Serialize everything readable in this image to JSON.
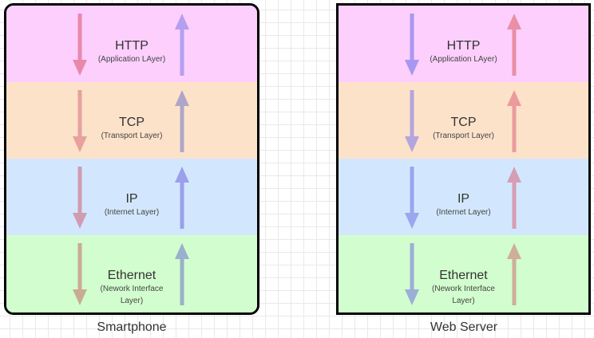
{
  "devices": [
    {
      "caption": "Smartphone",
      "layers": [
        {
          "name": "HTTP",
          "sub1": "(Application LAyer)",
          "sub2": ""
        },
        {
          "name": "TCP",
          "sub1": "(Transport Layer)",
          "sub2": ""
        },
        {
          "name": "IP",
          "sub1": "(Internet Layer)",
          "sub2": ""
        },
        {
          "name": "Ethernet",
          "sub1": "(Nework Interface",
          "sub2": "Layer)"
        }
      ],
      "down_arrow_colors": [
        "#e889ac",
        "#e6a1a0",
        "#d09cb1",
        "#c9ab94"
      ],
      "up_arrow_colors": [
        "#b49ff0",
        "#aea6c9",
        "#9aa0ec",
        "#9ab0cc"
      ]
    },
    {
      "caption": "Web Server",
      "layers": [
        {
          "name": "HTTP",
          "sub1": "(Application LAyer)",
          "sub2": ""
        },
        {
          "name": "TCP",
          "sub1": "(Transport Layer)",
          "sub2": ""
        },
        {
          "name": "IP",
          "sub1": "(Internet Layer)",
          "sub2": ""
        },
        {
          "name": "Ethernet",
          "sub1": "(Nework Interface",
          "sub2": "Layer)"
        }
      ],
      "down_arrow_colors": [
        "#a797f0",
        "#b3a6dc",
        "#9aa6f0",
        "#9daed9"
      ],
      "up_arrow_colors": [
        "#ea8fa6",
        "#eb9b9d",
        "#d59eb5",
        "#cfae9a"
      ]
    }
  ],
  "layer_colors": [
    "#fdcffd",
    "#fde2ca",
    "#d2e7fd",
    "#d2fdce"
  ]
}
